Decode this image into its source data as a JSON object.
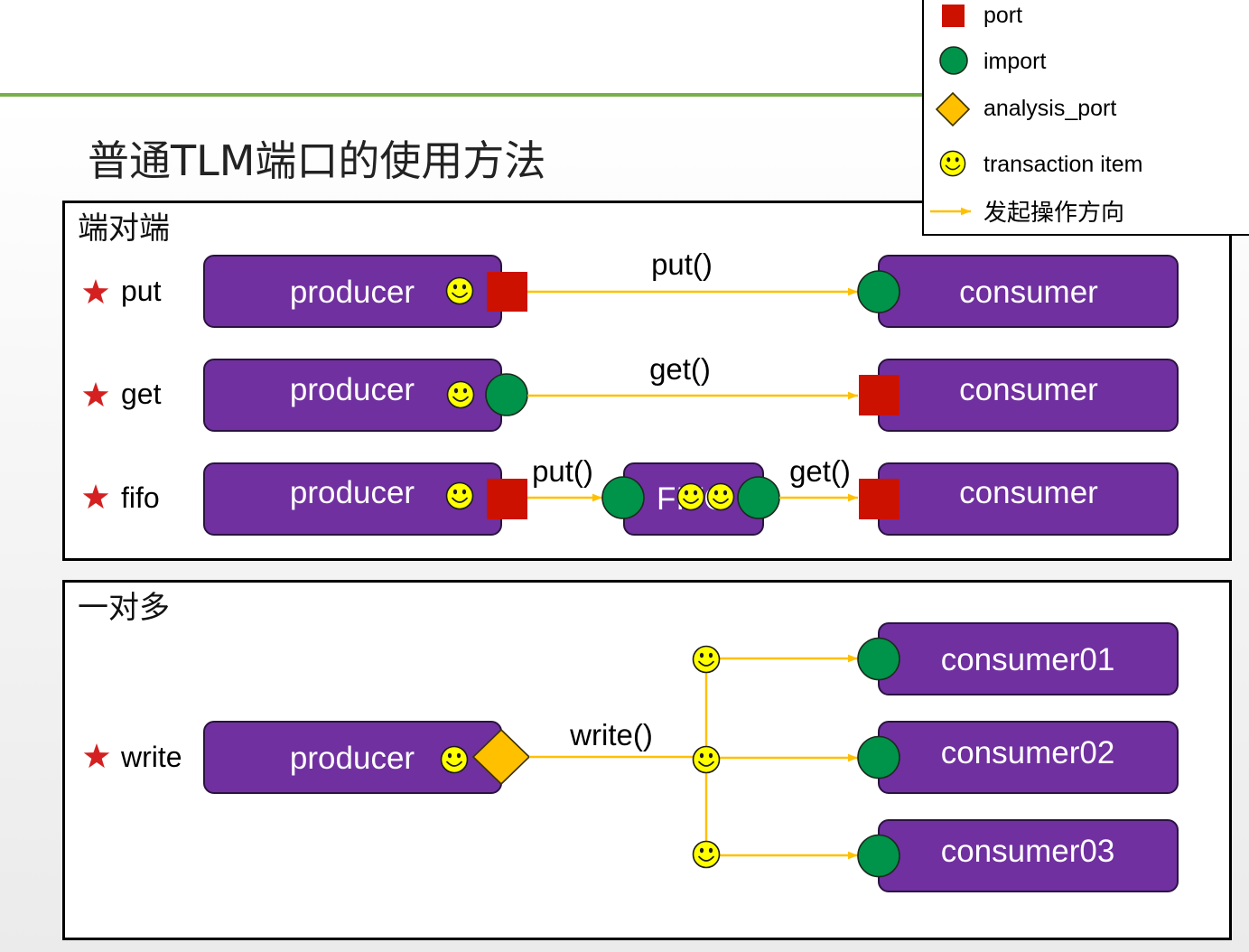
{
  "slide": {
    "title": "普通TLM端口的使用方法"
  },
  "legend": {
    "port": {
      "icon": "red-square-icon",
      "label": "port"
    },
    "import": {
      "icon": "green-circle-icon",
      "label": "import"
    },
    "analysis_port": {
      "icon": "orange-diamond-icon",
      "label": "analysis_port"
    },
    "transaction": {
      "icon": "smiley-icon",
      "label": "transaction item"
    },
    "direction": {
      "icon": "arrow-right-icon",
      "label": "发起操作方向"
    }
  },
  "end_to_end": {
    "label": "端对端",
    "put": {
      "name": "put",
      "producer": "producer",
      "call": "put()",
      "consumer": "consumer"
    },
    "get": {
      "name": "get",
      "producer": "producer",
      "call": "get()",
      "consumer": "consumer"
    },
    "fifo": {
      "name": "fifo",
      "producer": "producer",
      "put_call": "put()",
      "fifo": "FIFO",
      "get_call": "get()",
      "consumer": "consumer"
    }
  },
  "one_to_many": {
    "label": "一对多",
    "write": {
      "name": "write",
      "producer": "producer",
      "call": "write()",
      "consumers": [
        "consumer01",
        "consumer02",
        "consumer03"
      ]
    }
  },
  "colors": {
    "component": "#7030A0",
    "port": "#CC1100",
    "import": "#00934A",
    "analysis_port": "#FFC000",
    "arrow": "#FFC000",
    "transaction_item": "#FFFF00",
    "star": "#D42020",
    "header_rule": "#77B04A"
  }
}
